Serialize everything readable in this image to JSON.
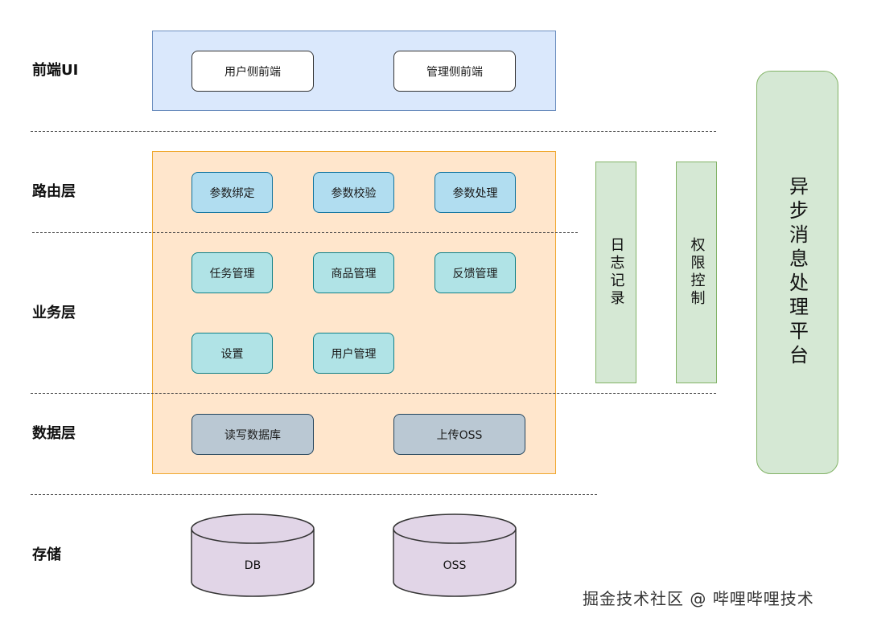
{
  "layers": {
    "frontend": "前端UI",
    "routing": "路由层",
    "business": "业务层",
    "data": "数据层",
    "storage": "存储"
  },
  "frontend_nodes": [
    "用户侧前端",
    "管理侧前端"
  ],
  "routing_nodes": [
    "参数绑定",
    "参数校验",
    "参数处理"
  ],
  "business_nodes": [
    "任务管理",
    "商品管理",
    "反馈管理",
    "设置",
    "用户管理"
  ],
  "data_nodes": [
    "读写数据库",
    "上传OSS"
  ],
  "storage_nodes": [
    "DB",
    "OSS"
  ],
  "side_bars": {
    "logging": "日志记录",
    "permission": "权限控制"
  },
  "platform": "异步消息处理平台",
  "watermark": "掘金技术社区 @ 哔哩哔哩技术",
  "colors": {
    "frontend_fill": "#dae8fc",
    "core_fill": "#ffe6cc",
    "routing_node": "#b1ddf0",
    "business_node": "#b0e3e6",
    "data_node": "#bac8d3",
    "storage_fill": "#e1d5e7",
    "side_fill": "#d5e8d4"
  }
}
